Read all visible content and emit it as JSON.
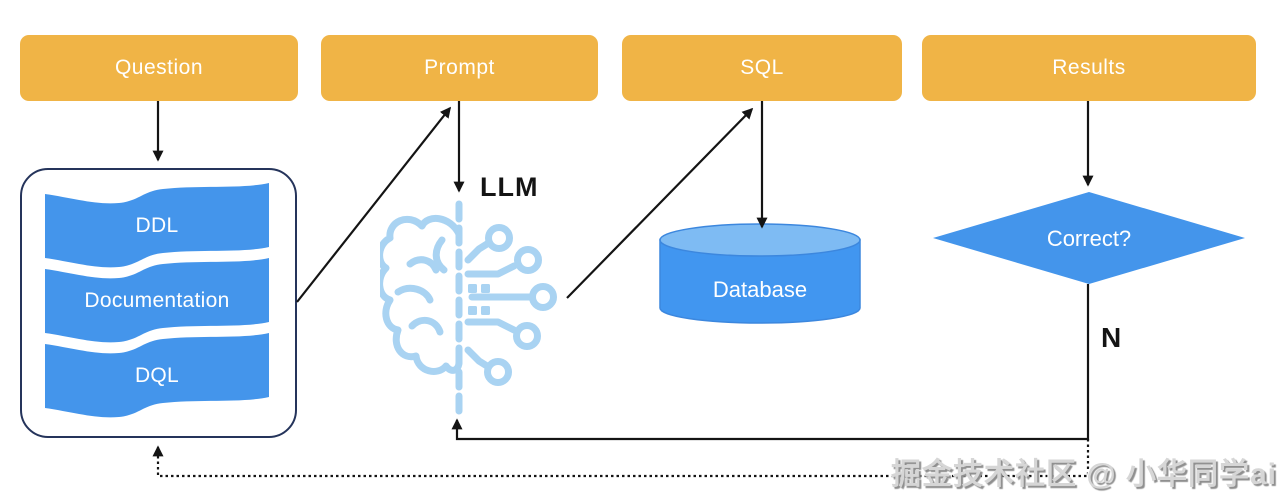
{
  "stages": [
    {
      "label": "Question"
    },
    {
      "label": "Prompt"
    },
    {
      "label": "SQL"
    },
    {
      "label": "Results"
    }
  ],
  "knowledge_base": {
    "items": [
      {
        "label": "DDL"
      },
      {
        "label": "Documentation"
      },
      {
        "label": "DQL"
      }
    ]
  },
  "llm": {
    "label": "LLM"
  },
  "database": {
    "label": "Database"
  },
  "decision": {
    "label": "Correct?",
    "no_branch_label": "N"
  },
  "watermark": {
    "text": "掘金技术社区 @ 小华同学ai"
  },
  "colors": {
    "stage_orange": "#F0B446",
    "shape_blue": "#4495EB",
    "database_body_blue": "#4196F0",
    "database_top_blue": "#7EBBF3",
    "brain_light_blue": "#A9D3F2",
    "container_border_navy": "#25345B",
    "arrow_black": "#141414"
  }
}
